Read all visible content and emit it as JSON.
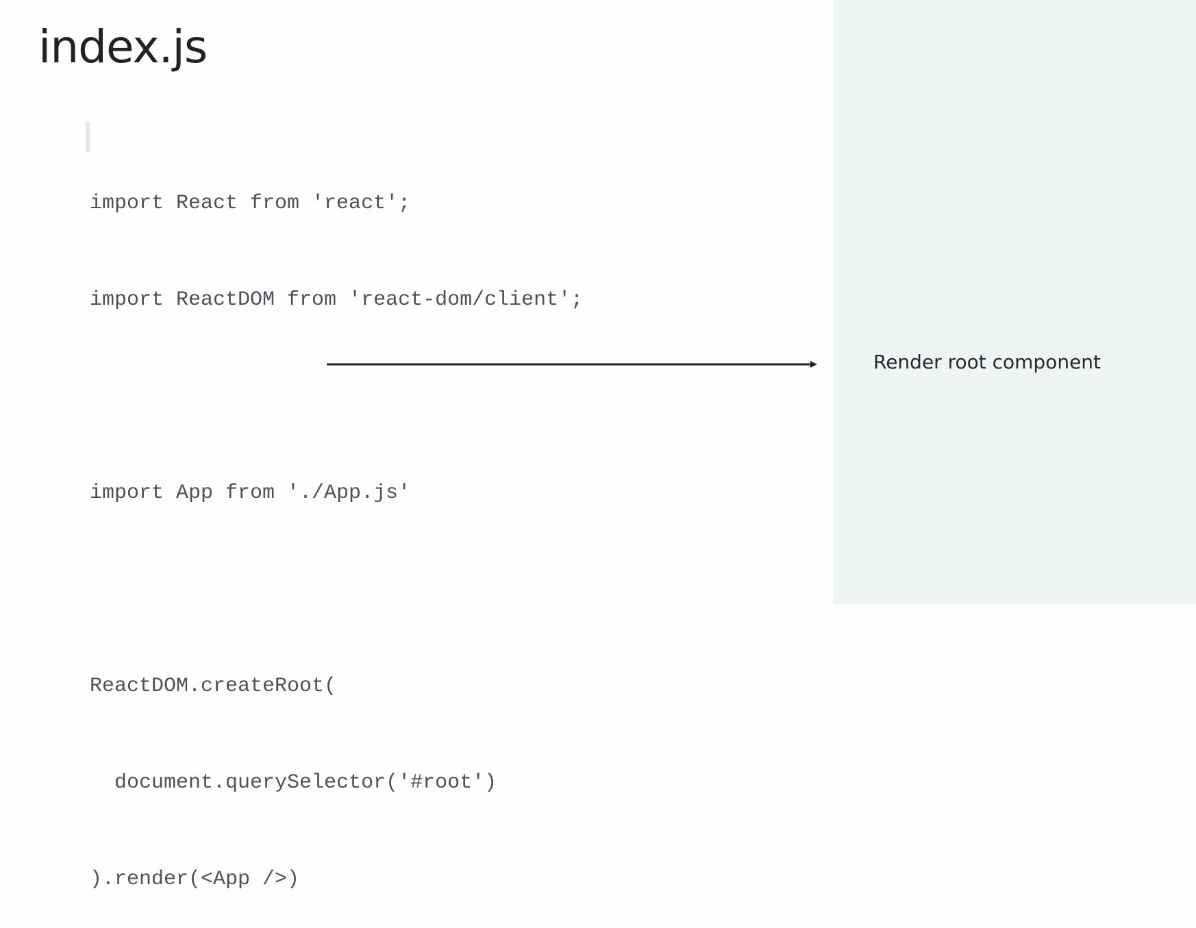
{
  "slide": {
    "title": "index.js",
    "code_lines": [
      "import React from 'react';",
      "import ReactDOM from 'react-dom/client';",
      "",
      "import App from './App.js'",
      "",
      "ReactDOM.createRoot(",
      "  document.querySelector('#root')",
      ").render(<App />)"
    ],
    "annotation": "Render root component"
  },
  "colors": {
    "background": "#fefefe",
    "side_panel": "#f1f4f4",
    "code_text": "#4c5258",
    "title_text": "#1f2326"
  }
}
